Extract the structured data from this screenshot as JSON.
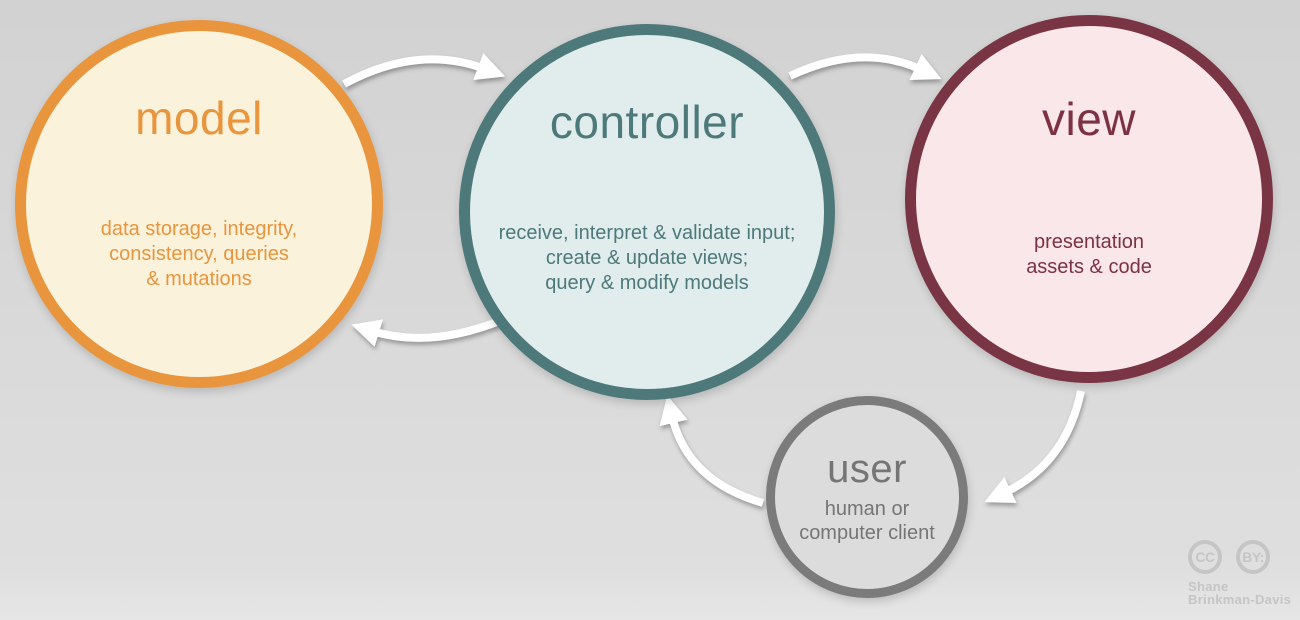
{
  "diagram": {
    "type": "mvc-architecture-cycle",
    "arrow_color": "#FFFFFF",
    "background_color": "#D8D8D8"
  },
  "circles": {
    "model": {
      "title": "model",
      "description_lines": [
        "data storage, integrity,",
        "consistency, queries",
        "& mutations"
      ],
      "border_color": "#E8953D",
      "fill_color": "#FBF2DB",
      "text_color": "#E8953D"
    },
    "controller": {
      "title": "controller",
      "description_lines": [
        "receive, interpret & validate input;",
        "create & update views;",
        "query & modify models"
      ],
      "border_color": "#4E797B",
      "fill_color": "#E0EDEC",
      "text_color": "#4E797B"
    },
    "view": {
      "title": "view",
      "description_lines": [
        "presentation",
        "assets & code"
      ],
      "border_color": "#7A3544",
      "fill_color": "#FAE7EA",
      "text_color": "#7C3242"
    },
    "user": {
      "title": "user",
      "description_lines": [
        "human or",
        "computer client"
      ],
      "border_color": "#7B7B7B",
      "fill_color": "#DCDCDC",
      "text_color": "#757575"
    }
  },
  "connections": [
    {
      "from": "model",
      "to": "controller"
    },
    {
      "from": "controller",
      "to": "view"
    },
    {
      "from": "controller",
      "to": "model"
    },
    {
      "from": "view",
      "to": "user"
    },
    {
      "from": "user",
      "to": "controller"
    }
  ],
  "attribution": {
    "cc_label": "CC",
    "by_label": "BY:",
    "name_lines": [
      "Shane",
      "Brinkman-Davis"
    ],
    "color": "#C5C5C5"
  }
}
